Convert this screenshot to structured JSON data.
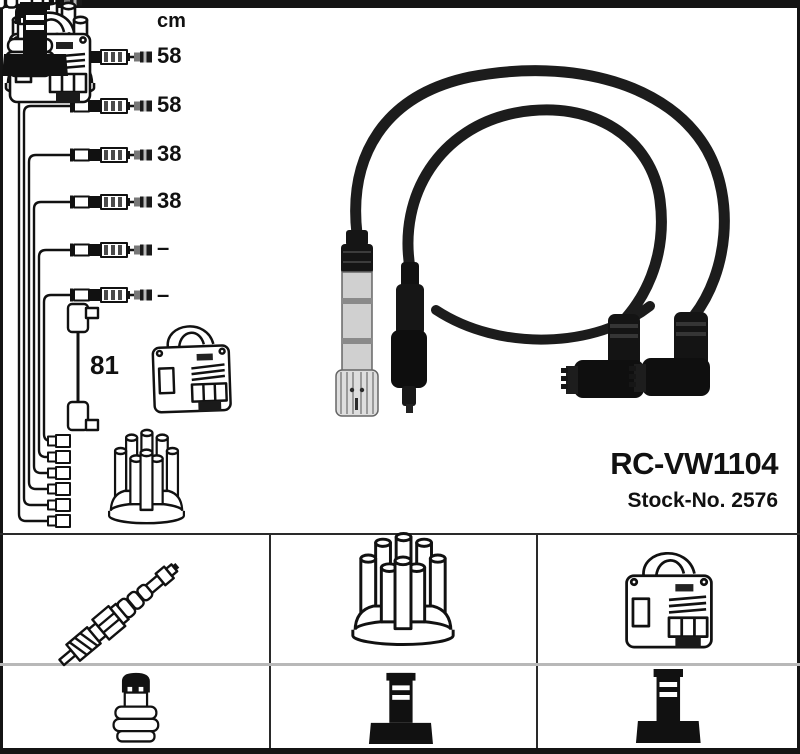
{
  "part": {
    "code": "RC-VW1104",
    "stock_no": "Stock-No. 2576"
  },
  "schematic": {
    "unit_label": "cm",
    "cable_lengths": [
      "58",
      "58",
      "38",
      "38",
      "–",
      "–"
    ],
    "coil_cable_length": "81",
    "icons": [
      "ignition-coil-icon",
      "distributor-cap-icon"
    ]
  },
  "photo": {
    "subject": "ignition-cable-set",
    "connector_icons": [
      "metal-plug-connector",
      "straight-boot",
      "angled-boot",
      "angled-boot"
    ]
  },
  "legend_grid": {
    "row1_icons": [
      "spark-plug",
      "distributor-cap",
      "ignition-coil"
    ],
    "row2_icons": [
      "spark-plug-boot",
      "distributor-connector",
      "coil-connector"
    ]
  },
  "colors": {
    "frame": "#141414",
    "line_art": "#111111",
    "grid_line": "#2a2a2a",
    "light_divider": "#b8b8b8",
    "cable": "#1c1c1c"
  }
}
